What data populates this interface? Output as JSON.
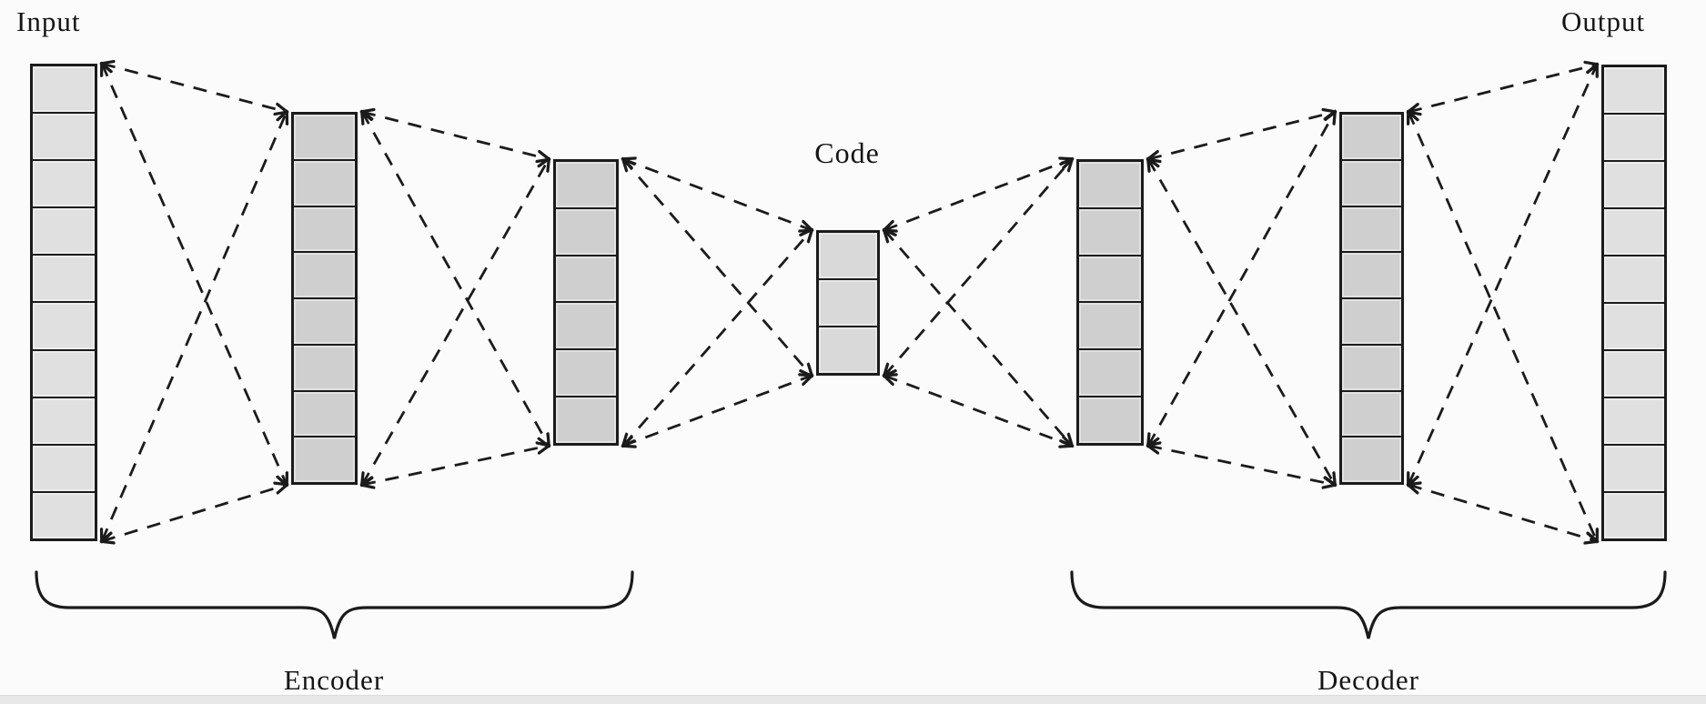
{
  "labels": {
    "input": "Input",
    "output": "Output",
    "code": "Code",
    "encoder": "Encoder",
    "decoder": "Decoder"
  },
  "diagram": {
    "type": "autoencoder-architecture",
    "layers": [
      {
        "id": "input",
        "role": "input-layer",
        "cells": 10,
        "fill": "#e0e0e0"
      },
      {
        "id": "enc1",
        "role": "encoder-hidden-1",
        "cells": 8,
        "fill": "#cfcfcf"
      },
      {
        "id": "enc2",
        "role": "encoder-hidden-2",
        "cells": 6,
        "fill": "#cfcfcf"
      },
      {
        "id": "code",
        "role": "latent-code",
        "cells": 3,
        "fill": "#d9d9d9"
      },
      {
        "id": "dec1",
        "role": "decoder-hidden-1",
        "cells": 6,
        "fill": "#cfcfcf"
      },
      {
        "id": "dec2",
        "role": "decoder-hidden-2",
        "cells": 8,
        "fill": "#cfcfcf"
      },
      {
        "id": "output",
        "role": "output-layer",
        "cells": 10,
        "fill": "#e0e0e0"
      }
    ],
    "connection_style": "dashed-double-arrow",
    "groups": [
      {
        "label": "Encoder",
        "spans": [
          "input",
          "enc1",
          "enc2"
        ]
      },
      {
        "label": "Decoder",
        "spans": [
          "dec1",
          "dec2",
          "output"
        ]
      }
    ]
  },
  "colors": {
    "background": "#fbfbfb",
    "line": "#1b1b1b",
    "cell_border": "#1b1b1b",
    "footer_strip": "#e8e8e8"
  }
}
